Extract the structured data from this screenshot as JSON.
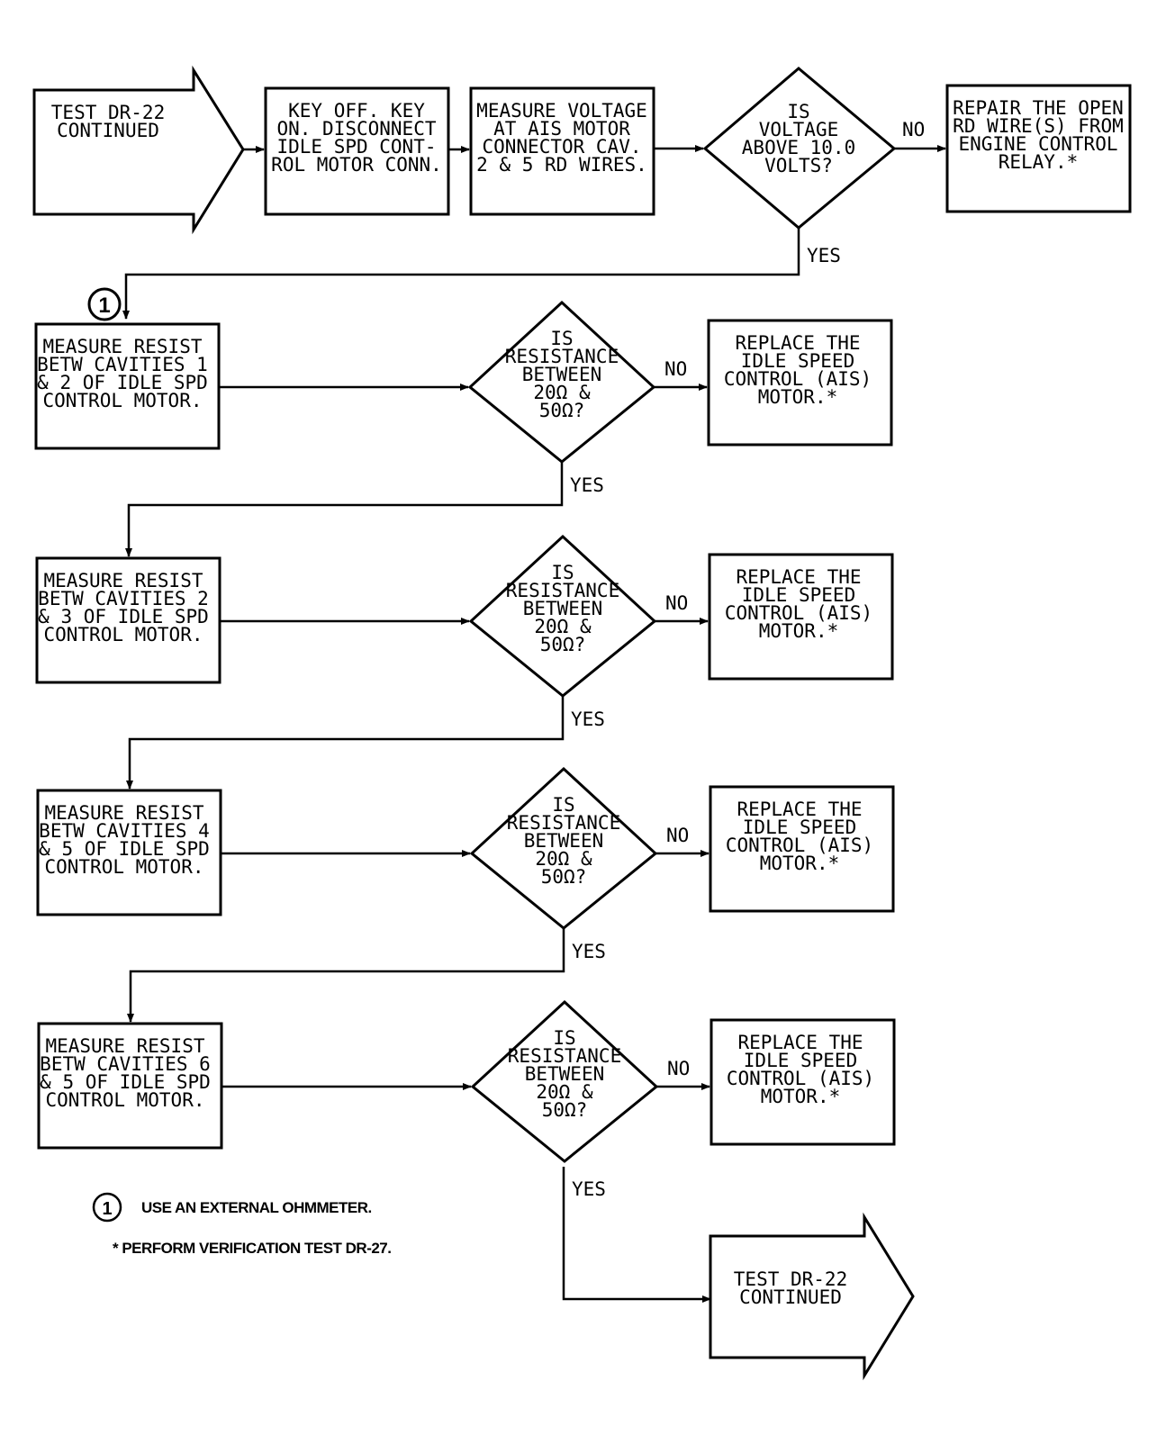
{
  "start_arrow": [
    "TEST DR-22",
    "CONTINUED"
  ],
  "step1": [
    "KEY OFF. KEY",
    "ON. DISCONNECT",
    "IDLE SPD CONT-",
    "ROL MOTOR CONN."
  ],
  "step2": [
    "MEASURE VOLTAGE",
    "AT AIS MOTOR",
    "CONNECTOR CAV.",
    "2 & 5 RD WIRES."
  ],
  "decision1": [
    "IS",
    "VOLTAGE",
    "ABOVE 10.0",
    "VOLTS?"
  ],
  "repair1": [
    "REPAIR THE OPEN",
    "RD WIRE(S) FROM",
    "ENGINE CONTROL",
    "RELAY.*"
  ],
  "measure_a": [
    "MEASURE RESIST",
    "BETW CAVITIES 1",
    "& 2 OF IDLE SPD",
    "CONTROL MOTOR."
  ],
  "measure_b": [
    "MEASURE RESIST",
    "BETW CAVITIES 2",
    "& 3 OF IDLE SPD",
    "CONTROL MOTOR."
  ],
  "measure_c": [
    "MEASURE RESIST",
    "BETW CAVITIES 4",
    "& 5 OF IDLE SPD",
    "CONTROL MOTOR."
  ],
  "measure_d": [
    "MEASURE RESIST",
    "BETW CAVITIES 6",
    "& 5 OF IDLE SPD",
    "CONTROL MOTOR."
  ],
  "decision_resist": [
    "IS",
    "RESISTANCE",
    "BETWEEN",
    "20Ω &",
    "50Ω?"
  ],
  "replace": [
    "REPLACE THE",
    "IDLE SPEED",
    "CONTROL (AIS)",
    "MOTOR.*"
  ],
  "end_arrow": [
    "TEST DR-22",
    "CONTINUED"
  ],
  "labels": {
    "no": "NO",
    "yes": "YES"
  },
  "marker": "1",
  "notes": {
    "ohmmeter": "USE AN EXTERNAL OHMMETER.",
    "verification": "* PERFORM VERIFICATION TEST DR-27."
  }
}
